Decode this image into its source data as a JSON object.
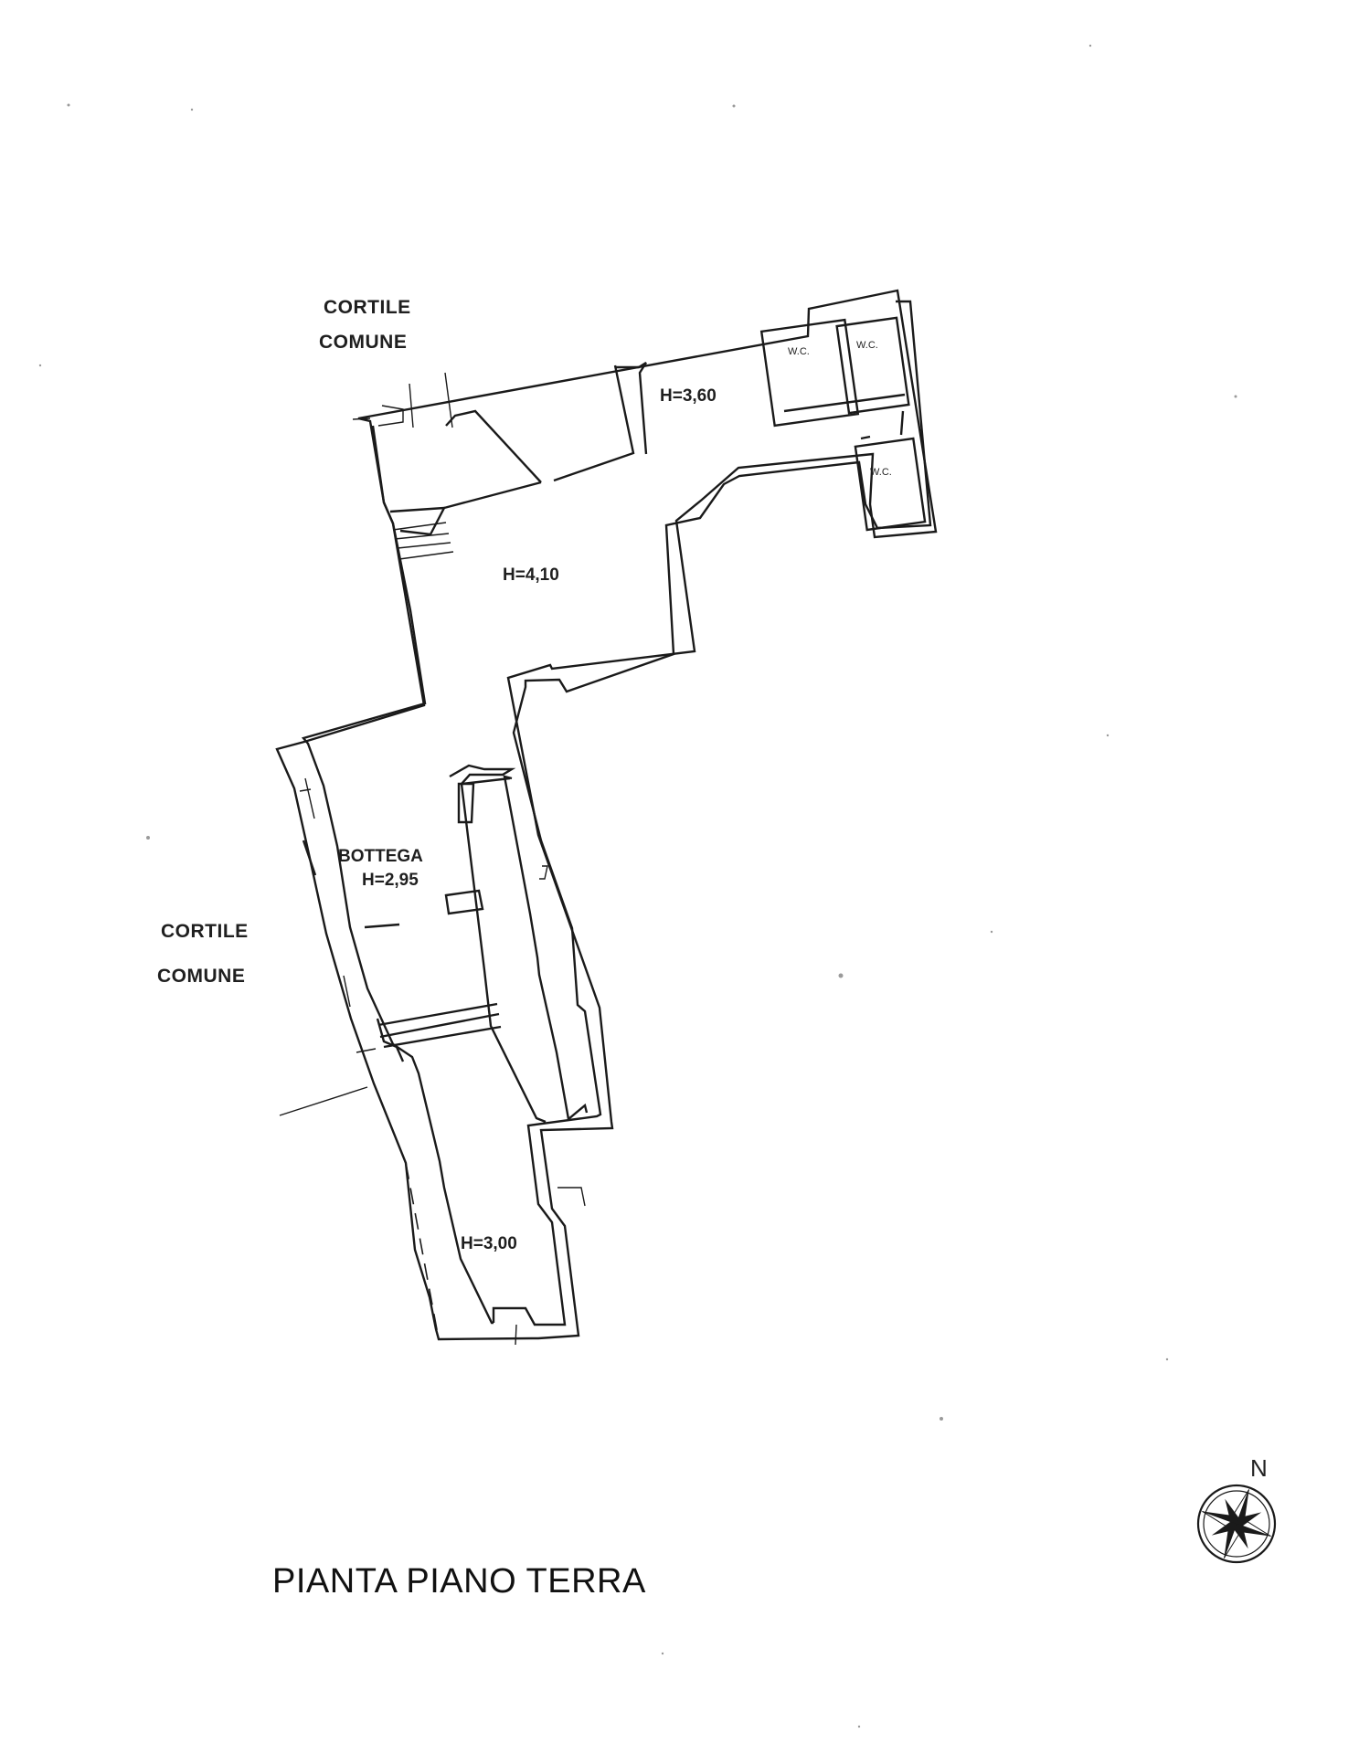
{
  "labels": {
    "cortile_top_line1": "CORTILE",
    "cortile_top_line2": "COMUNE",
    "cortile_left_line1": "CORTILE",
    "cortile_left_line2": "COMUNE",
    "room_top": "H=3,60",
    "wc_1": "W.C.",
    "wc_2": "W.C.",
    "wc_3": "W.C.",
    "room_main": "H=4,10",
    "room_bottega_name": "BOTTEGA",
    "room_bottega_height": "H=2,95",
    "room_bottom": "H=3,00"
  },
  "north": "N",
  "title": "PIANTA PIANO TERRA",
  "icons": {
    "compass": "compass-rose-icon"
  },
  "colors": {
    "line": "#1a1a1a",
    "background": "#ffffff"
  }
}
